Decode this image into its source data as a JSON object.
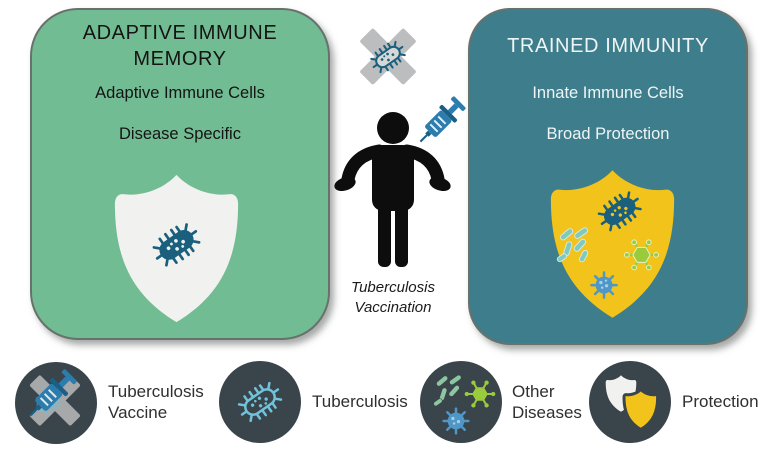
{
  "left_panel": {
    "title": "ADAPTIVE IMMUNE MEMORY",
    "subtitle1": "Adaptive Immune Cells",
    "subtitle2": "Disease Specific"
  },
  "right_panel": {
    "title": "TRAINED IMMUNITY",
    "subtitle1": "Innate Immune Cells",
    "subtitle2": "Broad Protection"
  },
  "center": {
    "caption": "Tuberculosis Vaccination"
  },
  "legend": [
    {
      "label": "Tuberculosis Vaccine",
      "icon": "tb-vaccine-icon"
    },
    {
      "label": "Tuberculosis",
      "icon": "tb-bacterium-icon"
    },
    {
      "label": "Other Diseases",
      "icon": "other-diseases-icon"
    },
    {
      "label": "Protection",
      "icon": "protection-shields-icon"
    }
  ],
  "icons": {
    "crossed-out-tb-icon": "gray X over tuberculosis bacterium",
    "person-icon": "black person silhouette receiving vaccine",
    "syringe-icon": "blue syringe",
    "white-shield-icon": "white protection shield with tuberculosis bacterium",
    "yellow-shield-icon": "yellow protection shield with multiple microbes",
    "tb-bacterium-icon": "spiky rod-shaped bacterium",
    "rod-bacteria-icon": "cluster of rod bacteria",
    "green-virus-icon": "green hexagonal virus",
    "blue-virus-icon": "blue round virus"
  },
  "colors": {
    "left_panel_bg": "#72bc93",
    "right_panel_bg": "#3e7d8b",
    "white_shield": "#f1f1ef",
    "yellow_shield": "#f2c31a",
    "dark_bacterium": "#1a607e",
    "legend_circle": "#3a444b",
    "legend_bacterium_outline": "#6fc3da",
    "rod_bacteria": "#7fc9be",
    "green_virus": "#9acb3c",
    "blue_virus": "#4f97c6",
    "syringe_blue": "#2c7dad",
    "gray_x": "#bcbdbf"
  }
}
